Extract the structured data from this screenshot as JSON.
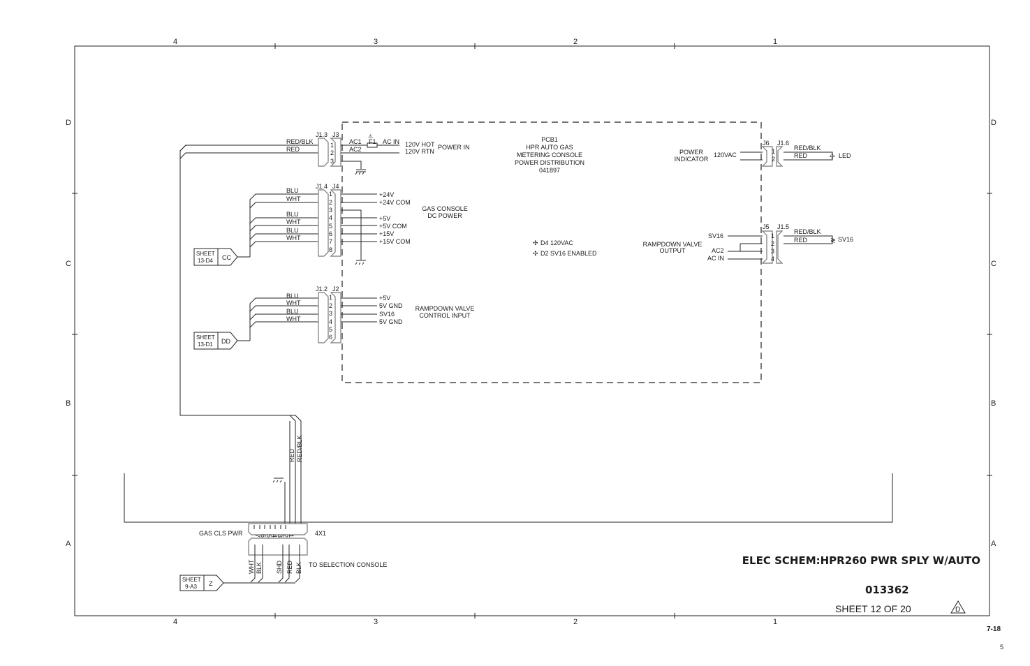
{
  "border": {
    "columns": [
      "4",
      "3",
      "2",
      "1"
    ],
    "rows": [
      "D",
      "C",
      "B",
      "A"
    ]
  },
  "pcb": {
    "lines": [
      "PCB1",
      "HPR AUTO GAS",
      "METERING CONSOLE",
      "POWER DISTRIBUTION",
      "041897"
    ],
    "leds": [
      "D4 120VAC",
      "D2 SV16 ENABLED"
    ]
  },
  "j3": {
    "plug": "J1.3",
    "header": "J3",
    "pins": [
      "1",
      "2",
      "3"
    ],
    "wires": [
      "RED/BLK",
      "RED"
    ],
    "signals": [
      "AC1",
      "AC2"
    ],
    "fuse": "F1",
    "fuse_out": "AC IN",
    "inputs": [
      "120V HOT",
      "120V RTN"
    ],
    "group": "POWER IN"
  },
  "j4": {
    "plug": "J1.4",
    "header": "J4",
    "pins": [
      "1",
      "2",
      "3",
      "4",
      "5",
      "6",
      "7",
      "8"
    ],
    "wires": [
      "BLU",
      "WHT",
      "BLU",
      "WHT",
      "BLU",
      "WHT"
    ],
    "signals": [
      "+24V",
      "+24V COM",
      "+5V",
      "+5V COM",
      "+15V",
      "+15V COM"
    ],
    "group": [
      "GAS CONSOLE",
      "DC POWER"
    ],
    "sheet_ref": {
      "sheet": "SHEET",
      "loc": "13-D4",
      "tag": "CC"
    }
  },
  "j2": {
    "plug": "J1.2",
    "header": "J2",
    "pins": [
      "1",
      "2",
      "3",
      "4",
      "5",
      "6"
    ],
    "wires": [
      "BLU",
      "WHT",
      "BLU",
      "WHT"
    ],
    "signals": [
      "+5V",
      "5V GND",
      "SV16",
      "5V GND"
    ],
    "group": [
      "RAMPDOWN VALVE",
      "CONTROL INPUT"
    ],
    "sheet_ref": {
      "sheet": "SHEET",
      "loc": "13-D1",
      "tag": "DD"
    }
  },
  "j6": {
    "header": "J6",
    "plug": "J1.6",
    "pins": [
      "1",
      "2"
    ],
    "group": [
      "POWER",
      "INDICATOR"
    ],
    "signal": "120VAC",
    "wires": [
      "RED/BLK",
      "RED"
    ],
    "load": "LED"
  },
  "j5": {
    "header": "J5",
    "plug": "J1.5",
    "pins": [
      "1",
      "2",
      "3",
      "4"
    ],
    "group": [
      "RAMPDOWN VALVE",
      "OUTPUT"
    ],
    "signals": [
      "SV16",
      "AC2",
      "AC IN"
    ],
    "wires": [
      "RED/BLK",
      "RED"
    ],
    "load": "SV16"
  },
  "harness": {
    "wires": [
      "RED",
      "RED/BLK"
    ]
  },
  "x4": {
    "name": "GAS CLS PWR",
    "id": "4X1",
    "pins": [
      "7",
      "6",
      "5",
      "4",
      "3",
      "2",
      "1"
    ],
    "wires": [
      "WHT",
      "BLK",
      "SHD",
      "RED",
      "BLK"
    ],
    "dest": "TO SELECTION CONSOLE",
    "sheet_ref": {
      "sheet": "SHEET",
      "loc": "9-A3",
      "tag": "Z"
    }
  },
  "title_block": {
    "title": "ELEC SCHEM:HPR260 PWR SPLY W/AUTO",
    "drawing_no": "013362",
    "sheet": "SHEET 12 OF 20",
    "revision": "D"
  },
  "page": {
    "section_page": "7-18",
    "page_no": "5"
  }
}
